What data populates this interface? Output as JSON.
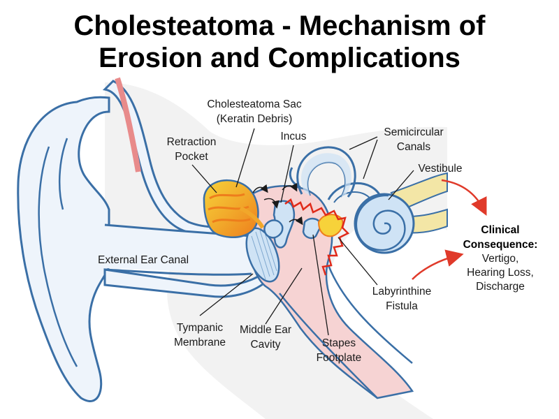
{
  "title": {
    "line1": "Cholesteatoma - Mechanism of",
    "line2": "Erosion and Complications"
  },
  "labels": {
    "sac_line1": "Cholesteatoma Sac",
    "sac_line2": "(Keratin Debris)",
    "retraction_line1": "Retraction",
    "retraction_line2": "Pocket",
    "incus": "Incus",
    "semicircular_line1": "Semicircular",
    "semicircular_line2": "Canals",
    "vestibule": "Vestibule",
    "ear_canal": "External Ear Canal",
    "tympanic_line1": "Tympanic",
    "tympanic_line2": "Membrane",
    "middle_ear_line1": "Middle Ear",
    "middle_ear_line2": "Cavity",
    "stapes_line1": "Stapes",
    "stapes_line2": "Footplate",
    "fistula_line1": "Labyrinthine",
    "fistula_line2": "Fistula",
    "consequence_line1": "Clinical",
    "consequence_line2": "Consequence:",
    "consequence_line3": "Vertigo,",
    "consequence_line4": "Hearing Loss,",
    "consequence_line5": "Discharge"
  },
  "colors": {
    "outline": "#3a6fa6",
    "skin_fill": "#eef4fb",
    "bone_fill": "#f2f2f2",
    "middle_ear_fill": "#f6d3d3",
    "sac_yellow": "#f7d23a",
    "sac_orange": "#ef8a1e",
    "erosion_red": "#e02a1a",
    "arrow_red": "#e03a2a",
    "nerve_yellow": "#f3e6a6"
  }
}
